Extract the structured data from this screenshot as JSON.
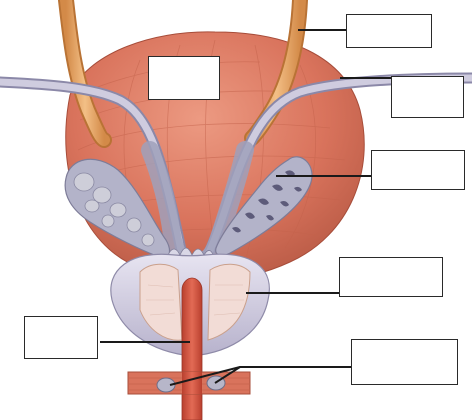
{
  "diagram": {
    "subject": "male-reproductive-anatomy-posterior-view",
    "label_boxes": [
      {
        "id": "box-ureter",
        "text": ""
      },
      {
        "id": "box-bladder",
        "text": ""
      },
      {
        "id": "box-ductus-deferens",
        "text": ""
      },
      {
        "id": "box-seminal-vesicle",
        "text": ""
      },
      {
        "id": "box-prostate",
        "text": ""
      },
      {
        "id": "box-urethra",
        "text": ""
      },
      {
        "id": "box-bulbourethral-glands",
        "text": ""
      }
    ],
    "colors": {
      "bladder": "#d9735c",
      "bladder_shadow": "#b85a45",
      "ureter": "#e8a866",
      "vas": "#c6c3d6",
      "seminal_vesicle": "#a9aac2",
      "prostate": "#cfcbe0",
      "urethra": "#d2533e",
      "leader_line": "#1a1a1a"
    }
  }
}
